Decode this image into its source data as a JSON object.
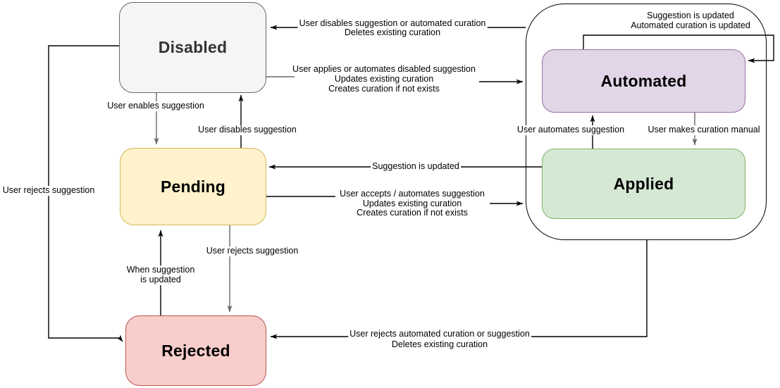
{
  "states": {
    "disabled": {
      "label": "Disabled",
      "fill": "#f5f5f5",
      "border": "#666666",
      "text_color": "#333333"
    },
    "pending": {
      "label": "Pending",
      "fill": "#fff2cc",
      "border": "#d6b656",
      "text_color": "#000000"
    },
    "rejected": {
      "label": "Rejected",
      "fill": "#f8cecc",
      "border": "#b85450",
      "text_color": "#000000"
    },
    "automated": {
      "label": "Automated",
      "fill": "#e1d5e7",
      "border": "#9673a6",
      "text_color": "#000000"
    },
    "applied": {
      "label": "Applied",
      "fill": "#d5e8d4",
      "border": "#82b366",
      "text_color": "#000000"
    }
  },
  "colors": {
    "edge": "#000000",
    "edge_muted": "#666666",
    "background": "#ffffff",
    "group_border": "#000000"
  },
  "transitions": {
    "group_to_disabled": {
      "lines": [
        "User disables suggestion or automated curation",
        "Deletes existing curation"
      ]
    },
    "disabled_to_group": {
      "lines": [
        "User applies or automates disabled suggestion",
        "Updates existing curation",
        "Creates curation if not exists"
      ]
    },
    "disabled_to_pending": {
      "lines": [
        "User enables suggestion"
      ]
    },
    "pending_to_disabled": {
      "lines": [
        "User disables suggestion"
      ]
    },
    "applied_to_pending": {
      "lines": [
        "Suggestion is updated"
      ]
    },
    "pending_to_group": {
      "lines": [
        "User accepts / automates suggestion",
        "Updates existing curation",
        "Creates curation if not exists"
      ]
    },
    "applied_to_automated": {
      "lines": [
        "User automates suggestion"
      ]
    },
    "automated_to_applied": {
      "lines": [
        "User makes curation manual"
      ]
    },
    "automated_self_loop": {
      "lines": [
        "Suggestion is updated",
        "Automated curation is updated"
      ]
    },
    "pending_to_rejected": {
      "lines": [
        "User rejects suggestion"
      ]
    },
    "rejected_to_pending": {
      "lines": [
        "When suggestion",
        "is updated"
      ]
    },
    "disabled_to_rejected": {
      "lines": [
        "User rejects suggestion"
      ]
    },
    "group_to_rejected": {
      "lines": [
        "User rejects automated curation or suggestion",
        "Deletes existing curation"
      ]
    }
  }
}
